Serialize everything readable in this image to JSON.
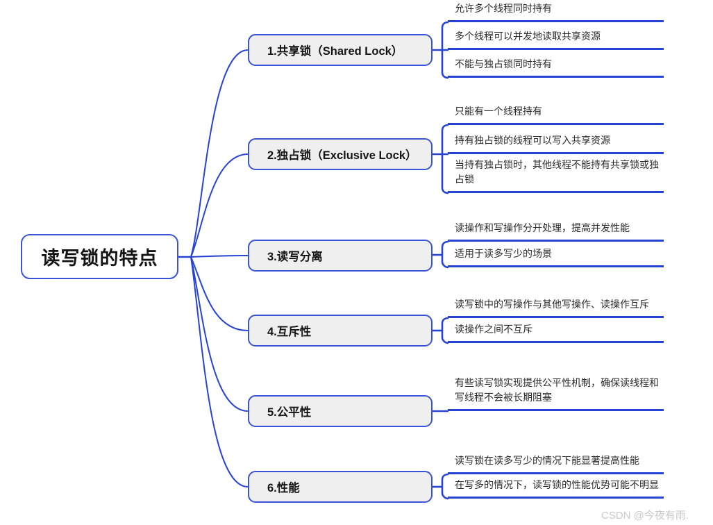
{
  "root": {
    "label": "读写锁的特点"
  },
  "branches": [
    {
      "label": "1.共享锁（Shared Lock）",
      "leaves": [
        "允许多个线程同时持有",
        "多个线程可以并发地读取共享资源",
        "不能与独占锁同时持有"
      ]
    },
    {
      "label": "2.独占锁（Exclusive Lock）",
      "leaves": [
        "只能有一个线程持有",
        "持有独占锁的线程可以写入共享资源",
        "当持有独占锁时，其他线程不能持有共享锁或独占锁"
      ]
    },
    {
      "label": "3.读写分离",
      "leaves": [
        "读操作和写操作分开处理，提高并发性能",
        "适用于读多写少的场景"
      ]
    },
    {
      "label": "4.互斥性",
      "leaves": [
        "读写锁中的写操作与其他写操作、读操作互斥",
        "读操作之间不互斥"
      ]
    },
    {
      "label": "5.公平性",
      "leaves": [
        "有些读写锁实现提供公平性机制，确保读线程和写线程不会被长期阻塞"
      ]
    },
    {
      "label": "6.性能",
      "leaves": [
        "读写锁在读多写少的情况下能显著提高性能",
        "在写多的情况下，读写锁的性能优势可能不明显"
      ]
    }
  ],
  "watermark": "CSDN @今夜有雨.",
  "colors": {
    "line": "#2743d4",
    "node_border": "#3a53d9",
    "branch_fill": "#efefef",
    "root_fill": "#ffffff",
    "text": "#141414",
    "leaf_text": "#2a2a2a",
    "watermark": "#c9c9c9"
  }
}
